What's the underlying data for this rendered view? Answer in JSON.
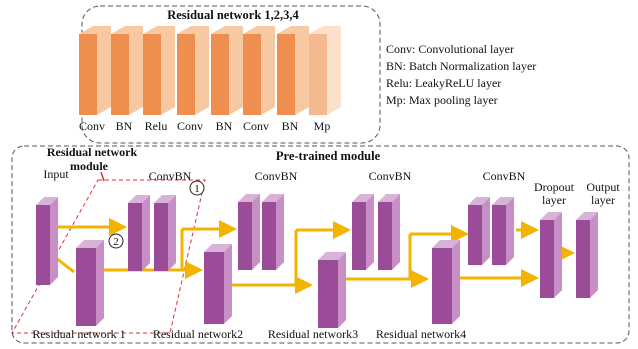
{
  "top_module": {
    "title": "Residual network 1,2,3,4",
    "layer_labels": [
      "Conv",
      "BN",
      "Relu",
      "Conv",
      "BN",
      "Conv",
      "BN",
      "Mp"
    ]
  },
  "legend": [
    "Conv: Convolutional layer",
    "BN: Batch Normalization layer",
    "Relu: LeakyReLU layer",
    "Mp: Max pooling layer"
  ],
  "bottom_module": {
    "title": "Pre-trained module",
    "residual_module_label_line1": "Residual network",
    "residual_module_label_line2": "module",
    "input_label": "Input",
    "convbn_labels": [
      "ConvBN",
      "ConvBN",
      "ConvBN",
      "ConvBN"
    ],
    "dropout_label_line1": "Dropout",
    "dropout_label_line2": "layer",
    "output_label_line1": "Output",
    "output_label_line2": "layer",
    "residual_labels": [
      "Residual network 1",
      "Residual network2",
      "Residual network3",
      "Residual network4"
    ],
    "path_markers": [
      "1",
      "2"
    ]
  },
  "colors": {
    "orange_front": "#ef8f4f",
    "orange_side": "#f7c9a3",
    "purple_front": "#9a4c99",
    "purple_side": "#c78fc6",
    "purple_top": "#d8b2d7",
    "arrow": "#f3b400",
    "dashed_red": "#e03030"
  }
}
